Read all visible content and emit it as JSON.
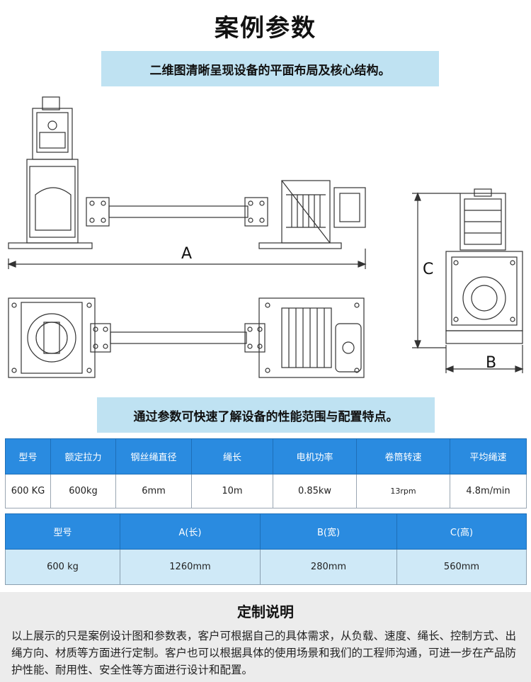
{
  "title": "案例参数",
  "banner1": "二维图清晰呈现设备的平面布局及核心结构。",
  "banner2": "通过参数可快速了解设备的性能范围与配置特点。",
  "drawing": {
    "label_a": "A",
    "label_b": "B",
    "label_c": "C"
  },
  "table1": {
    "headers": [
      "型号",
      "额定拉力",
      "钢丝绳直径",
      "绳长",
      "电机功率",
      "卷筒转速",
      "平均绳速"
    ],
    "row": [
      "600 KG",
      "600kg",
      "6mm",
      "10m",
      "0.85kw",
      "13rpm",
      "4.8m/min"
    ]
  },
  "table2": {
    "headers": [
      "型号",
      "A(长)",
      "B(宽)",
      "C(高)"
    ],
    "row": [
      "600 kg",
      "1260mm",
      "280mm",
      "560mm"
    ]
  },
  "custom": {
    "title": "定制说明",
    "text": "以上展示的只是案例设计图和参数表，客户可根据自己的具体需求，从负载、速度、绳长、控制方式、出绳方向、材质等方面进行定制。客户也可以根据具体的使用场景和我们的工程师沟通，可进一步在产品防护性能、耐用性、安全性等方面进行设计和配置。"
  }
}
